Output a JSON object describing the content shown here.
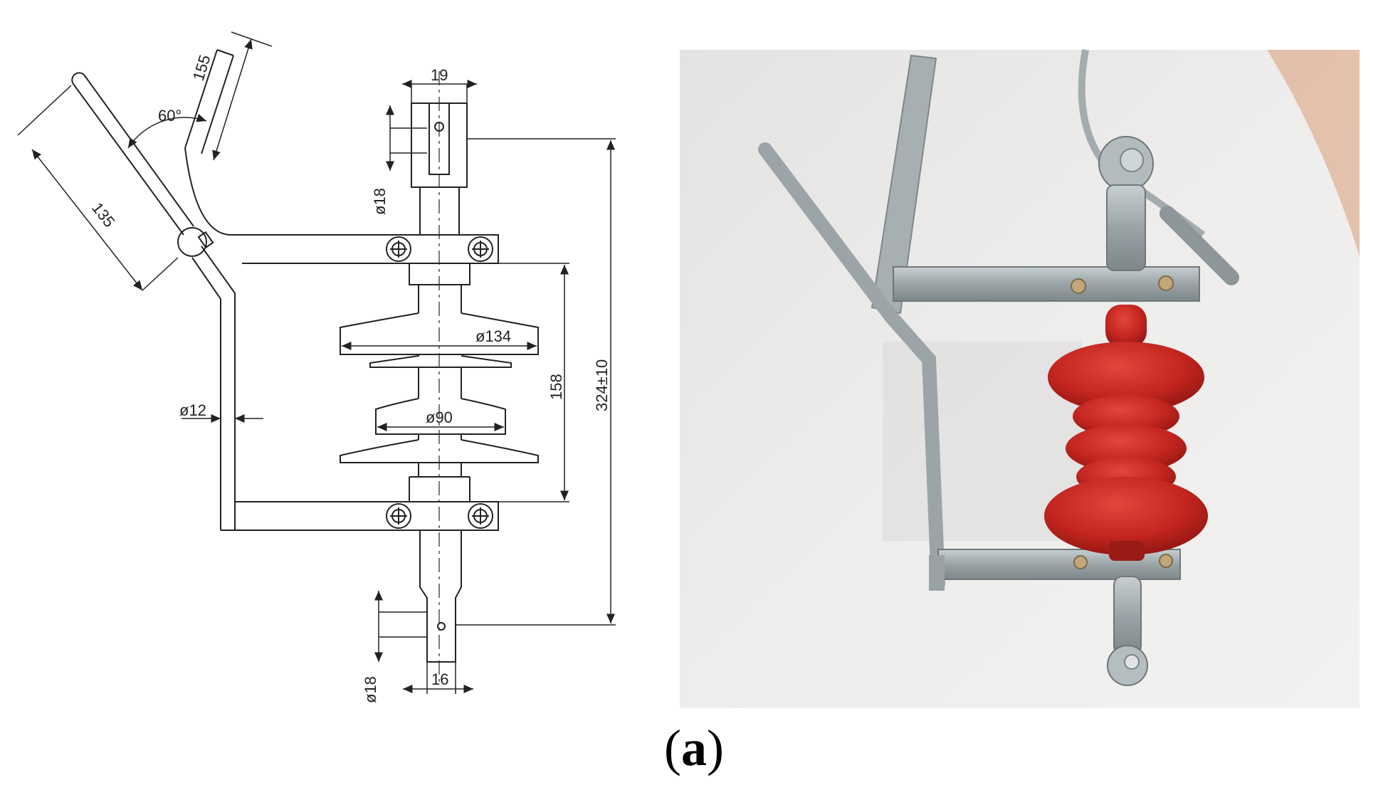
{
  "drawing": {
    "dims": {
      "d155": "155",
      "angle60": "60°",
      "d135": "135",
      "d19": "19",
      "phi18_top": "ø18",
      "phi12": "ø12",
      "phi134": "ø134",
      "phi90": "ø90",
      "d158": "158",
      "d324": "324±10",
      "phi18_bottom": "ø18",
      "d16": "16"
    }
  },
  "photo": {
    "insulator_color": "#c8231e",
    "background_color": "#ecebea",
    "metal_color": "#a9b3b6"
  },
  "caption": {
    "open": "(",
    "letter": "a",
    "close": ")"
  }
}
